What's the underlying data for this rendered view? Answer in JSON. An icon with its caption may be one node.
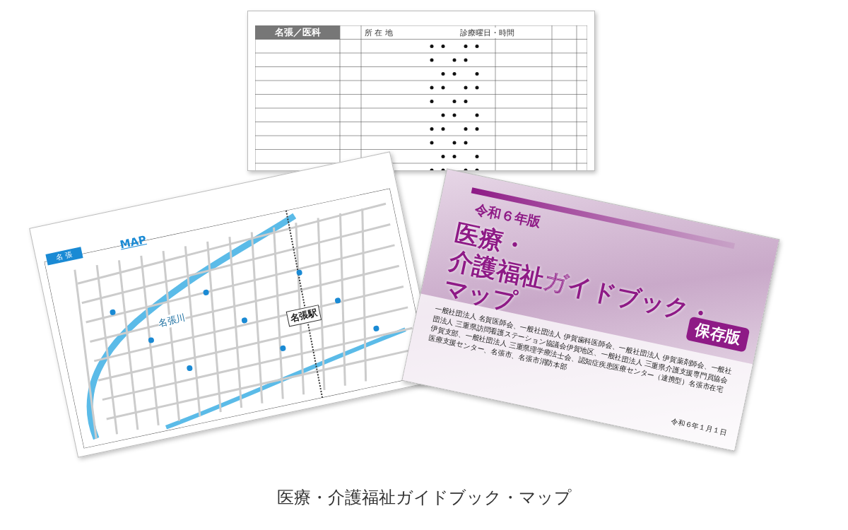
{
  "diagram": {
    "caption": "医療・介護福祉ガイドブック・マップ",
    "nodes": [
      {
        "text": [
          "名張／医科",
          "所 在 地",
          "診療曜日・時間"
        ]
      },
      {
        "text": [
          "名 張",
          "MAP",
          "名張川",
          "名張駅"
        ]
      },
      {
        "text": [
          "令和６年版",
          "医療・介護福祉ガイドブック・マップ",
          "一般社団法人 名賀医師会、一般社団法人 伊賀歯科医師会、一般社団法人 伊賀薬剤師会、一般社団法人 三重県訪問看護ステーション協議会伊賀地区、一般社団法人 三重県介護支援専門員協会伊賀支部、一般社団法人 三重県理学療法士会、認知症疾患医療センター（連携型）名張市在宅医療支援センター、名張市、名張市消防本部",
          "令和６年１月１日"
        ]
      },
      {
        "text": [
          "保存版"
        ],
        "in": 2
      }
    ]
  }
}
